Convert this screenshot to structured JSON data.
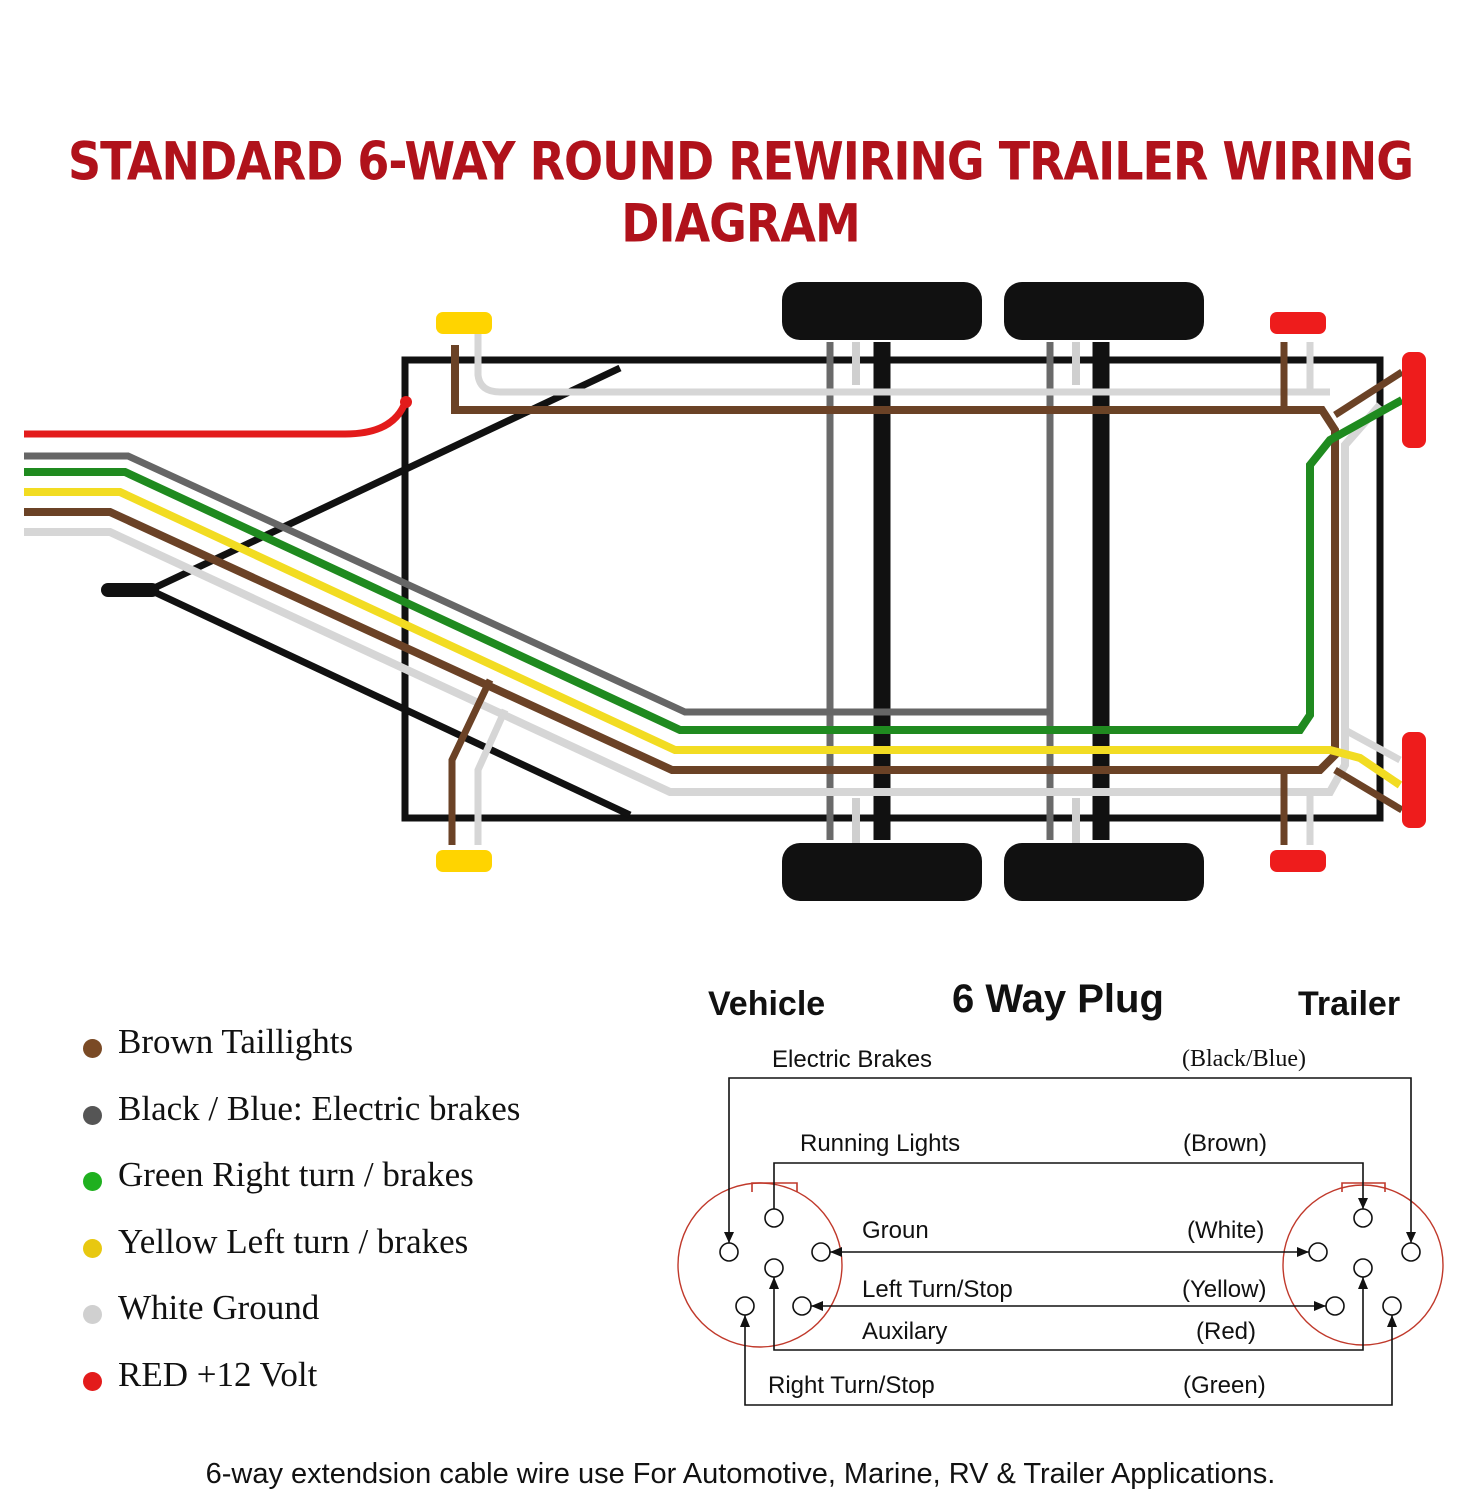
{
  "title": "STANDARD 6-WAY ROUND REWIRING TRAILER WIRING DIAGRAM",
  "colors": {
    "title": "#b0121b",
    "brown": "#6b4226",
    "black": "#111111",
    "gray": "#666666",
    "green": "#1f8a1f",
    "yellow": "#f2dc22",
    "white_wire": "#d8d8d8",
    "red": "#e31b1b",
    "amber_light": "#ffd400",
    "tail_light": "#ee1c1c"
  },
  "legend": [
    {
      "label": "Brown Taillights",
      "color": "#7a4a25"
    },
    {
      "label": "Black / Blue: Electric brakes",
      "color": "#555555"
    },
    {
      "label": "Green Right turn / brakes",
      "color": "#1fb01f"
    },
    {
      "label": "Yellow Left turn / brakes",
      "color": "#e8c810"
    },
    {
      "label": "White Ground",
      "color": "#d0d0d0"
    },
    {
      "label": "RED +12 Volt",
      "color": "#e31b1b"
    }
  ],
  "plug": {
    "vehicle_label": "Vehicle",
    "title": "6 Way Plug",
    "trailer_label": "Trailer",
    "wires": [
      {
        "name": "Electric Brakes",
        "color": "(Black/Blue)"
      },
      {
        "name": "Running Lights",
        "color": "(Brown)"
      },
      {
        "name": "Groun",
        "color": "(White)"
      },
      {
        "name": "Left Turn/Stop",
        "color": "(Yellow)"
      },
      {
        "name": "Auxilary",
        "color": "(Red)"
      },
      {
        "name": "Right Turn/Stop",
        "color": "(Green)"
      }
    ]
  },
  "footer": "6-way extendsion cable wire use For Automotive, Marine, RV & Trailer Applications."
}
